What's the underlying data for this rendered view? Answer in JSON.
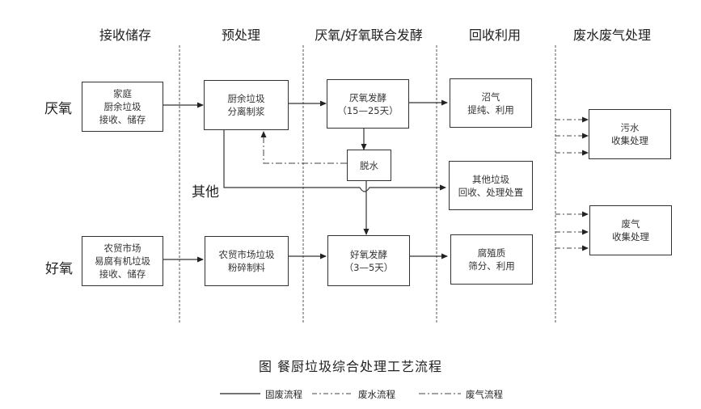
{
  "columns": [
    {
      "id": "receive",
      "label": "接收储存"
    },
    {
      "id": "pretreat",
      "label": "预处理"
    },
    {
      "id": "ferment",
      "label": "厌氧/好氧联合发酵"
    },
    {
      "id": "recycle",
      "label": "回收利用"
    },
    {
      "id": "waste",
      "label": "废水废气处理"
    }
  ],
  "rows": {
    "anaerobic": "厌氧",
    "aerobic": "好氧",
    "other": "其他"
  },
  "boxes": {
    "household_receive": [
      "家庭",
      "厨余垃圾",
      "接收、储存"
    ],
    "kitchen_separate": [
      "厨余垃圾",
      "分离制浆"
    ],
    "anaerobic_ferment": [
      "厌氧发酵",
      "（15—25天）"
    ],
    "biogas": [
      "沼气",
      "提纯、利用"
    ],
    "dewater": [
      "脱水"
    ],
    "other_waste": [
      "其他垃圾",
      "回收、处理处置"
    ],
    "market_receive": [
      "农贸市场",
      "易腐有机垃圾",
      "接收、储存"
    ],
    "market_crush": [
      "农贸市场垃圾",
      "粉碎制料"
    ],
    "aerobic_ferment": [
      "好氧发酵",
      "（3—5天）"
    ],
    "humus": [
      "腐殖质",
      "筛分、利用"
    ],
    "wastewater": [
      "污水",
      "收集处理"
    ],
    "wastegas": [
      "废气",
      "收集处理"
    ]
  },
  "caption": "图  餐厨垃圾综合处理工艺流程",
  "legend": [
    {
      "style": "solid",
      "label": "固废流程"
    },
    {
      "style": "dashed",
      "label": "废水流程"
    },
    {
      "style": "dash-dot",
      "label": "废气流程"
    }
  ]
}
